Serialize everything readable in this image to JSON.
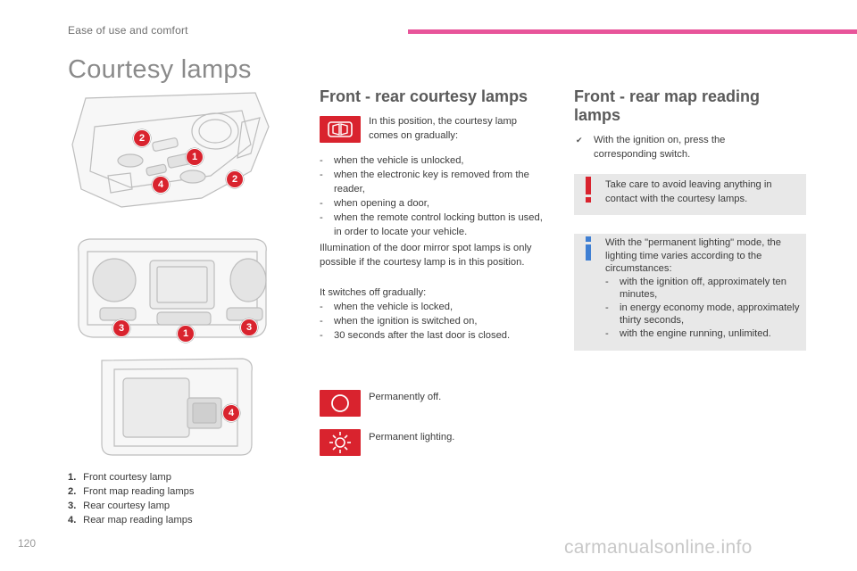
{
  "header": {
    "section": "Ease of use and comfort",
    "accent_color": "#e8559a"
  },
  "page_title": "Courtesy lamps",
  "courtesy": {
    "heading": "Front - rear courtesy lamps",
    "intro": "In this position, the courtesy lamp comes on gradually:",
    "on_list": [
      "when the vehicle is unlocked,",
      "when the electronic key is removed from the reader,",
      "when opening a door,",
      "when the remote control locking button is used, in order to locate your vehicle."
    ],
    "mirror_note": "Illumination of the door mirror spot lamps is only possible if the courtesy lamp is in this position.",
    "off_intro": "It switches off gradually:",
    "off_list": [
      "when the vehicle is locked,",
      "when the ignition is switched on,",
      "30 seconds after the last door is closed."
    ],
    "permanently_off": "Permanently off.",
    "permanent_lighting": "Permanent lighting."
  },
  "map_reading": {
    "heading": "Front - rear map reading lamps",
    "step_marker": "✔",
    "step": "With the ignition on, press the corresponding switch.",
    "warning_icon": "exclamation-icon",
    "warning": "Take care to avoid leaving anything in contact with the courtesy lamps.",
    "info_icon": "info-icon",
    "info_intro": "With the \"permanent lighting\" mode, the lighting time varies according to the circumstances:",
    "info_list": [
      "with the ignition off, approximately ten minutes,",
      "in energy economy mode, approximately thirty seconds,",
      "with the engine running, unlimited."
    ]
  },
  "legend": [
    {
      "num": "1.",
      "label": "Front courtesy lamp"
    },
    {
      "num": "2.",
      "label": "Front map reading lamps"
    },
    {
      "num": "3.",
      "label": "Rear courtesy lamp"
    },
    {
      "num": "4.",
      "label": "Rear map reading lamps"
    }
  ],
  "callouts": {
    "one": "1",
    "two": "2",
    "three": "3",
    "four": "4"
  },
  "page_number": "120",
  "watermark": "carmanualsonline.info",
  "colors": {
    "icon_red": "#d9232e",
    "note_bg": "#e8e8e8"
  }
}
